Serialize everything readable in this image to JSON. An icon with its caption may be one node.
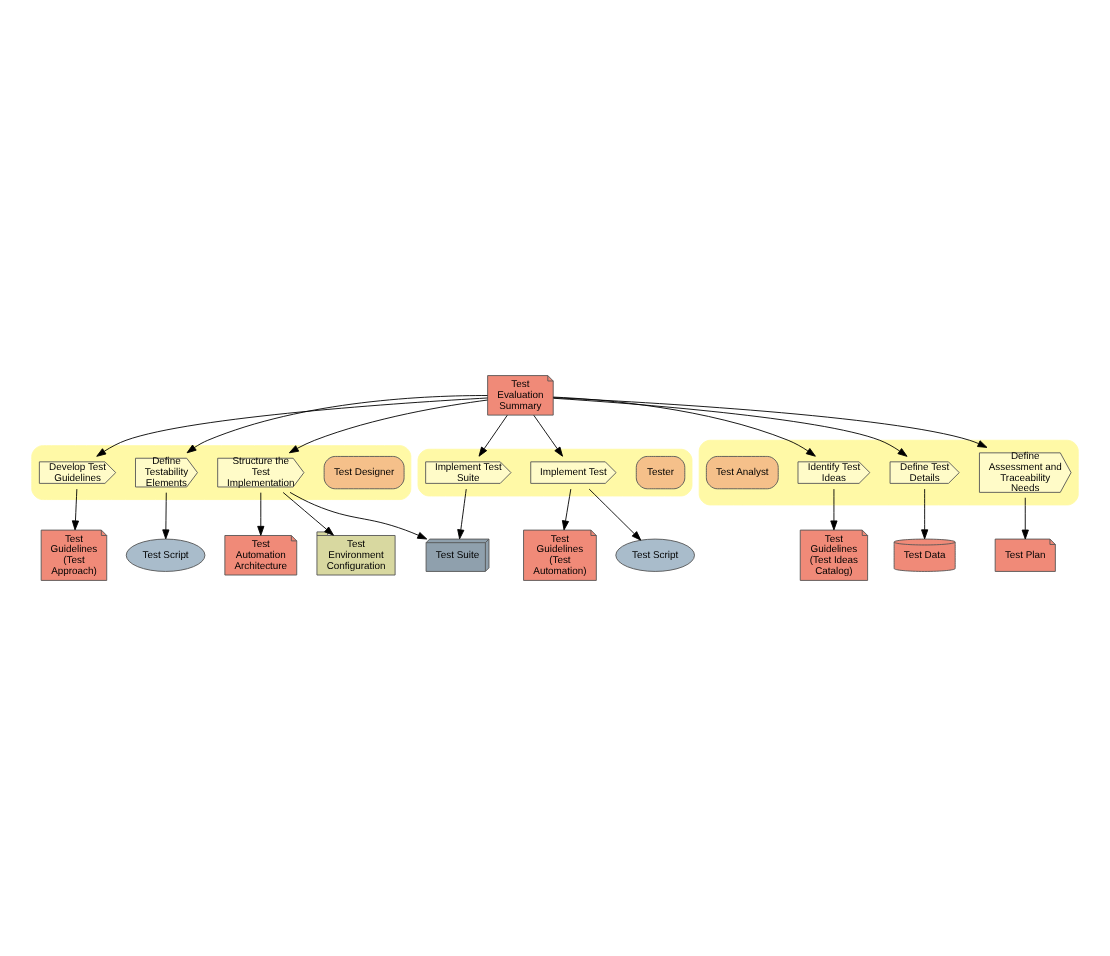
{
  "diagram": {
    "nodes": [
      {
        "text": [],
        "shape": "box"
      },
      {
        "text": [
          "Test Designer"
        ],
        "in": 0
      },
      {
        "text": [
          "Develop Test Guidelines"
        ],
        "in": 0
      },
      {
        "text": [
          "Define Testability Elements"
        ],
        "in": 0
      },
      {
        "text": [
          "Structure the Test Implementation"
        ],
        "in": 0
      },
      {
        "text": [],
        "shape": "box"
      },
      {
        "text": [
          "Identify Test Ideas"
        ],
        "in": 5
      },
      {
        "text": [
          "Define Test Details"
        ],
        "in": 5
      },
      {
        "text": [
          "Define Assessment and Traceability Needs"
        ],
        "in": 5
      },
      {
        "text": [
          "Test Analyst"
        ],
        "in": 5
      },
      {
        "text": [],
        "shape": "box"
      },
      {
        "text": [
          "Tester"
        ],
        "in": 10
      },
      {
        "text": [
          "Implement Test Suite"
        ],
        "in": 10
      },
      {
        "text": [
          "Implement Test"
        ],
        "in": 10
      },
      {
        "text": [
          "Test Guidelines",
          "(Test Approach)"
        ]
      },
      {
        "text": [
          "Test Script"
        ]
      },
      {
        "text": [
          "Test Guidelines",
          "(Test Ideas Catalog)"
        ]
      },
      {
        "text": [
          "Test Data"
        ]
      },
      {
        "text": [
          "Test Automation Architecture"
        ]
      },
      {
        "text": [
          "Test Suite"
        ]
      },
      {
        "text": [
          "Test Environment Configuration"
        ]
      },
      {
        "text": [
          "Test Evaluation Summary"
        ]
      },
      {
        "text": [
          "Test Plan"
        ]
      },
      {
        "text": [
          "Test Guidelines",
          "(Test Automation)"
        ]
      },
      {
        "text": [
          "Test Script"
        ]
      }
    ],
    "edges": [
      {
        "from": 2,
        "to": 14,
        "arrow": "to"
      },
      {
        "from": 3,
        "to": 15,
        "arrow": "to"
      },
      {
        "from": 6,
        "to": 16,
        "arrow": "to"
      },
      {
        "from": 7,
        "to": 17,
        "arrow": "to"
      },
      {
        "from": 21,
        "to": 2,
        "arrow": "to"
      },
      {
        "from": 21,
        "to": 3,
        "arrow": "to"
      },
      {
        "from": 21,
        "to": 4,
        "arrow": "to"
      },
      {
        "from": 21,
        "to": 6,
        "arrow": "to"
      },
      {
        "from": 21,
        "to": 7,
        "arrow": "to"
      },
      {
        "from": 21,
        "to": 8,
        "arrow": "to"
      },
      {
        "from": 8,
        "to": 22,
        "arrow": "to"
      },
      {
        "from": 4,
        "to": 18,
        "arrow": "to"
      },
      {
        "from": 4,
        "to": 19,
        "arrow": "to"
      },
      {
        "from": 4,
        "to": 20,
        "arrow": "to"
      },
      {
        "from": 21,
        "to": 12,
        "arrow": "to"
      },
      {
        "from": 21,
        "to": 13,
        "arrow": "to"
      },
      {
        "from": 12,
        "to": 19,
        "arrow": "to"
      },
      {
        "from": 13,
        "to": 23,
        "arrow": "to"
      },
      {
        "from": 13,
        "to": 24,
        "arrow": "to"
      }
    ]
  }
}
